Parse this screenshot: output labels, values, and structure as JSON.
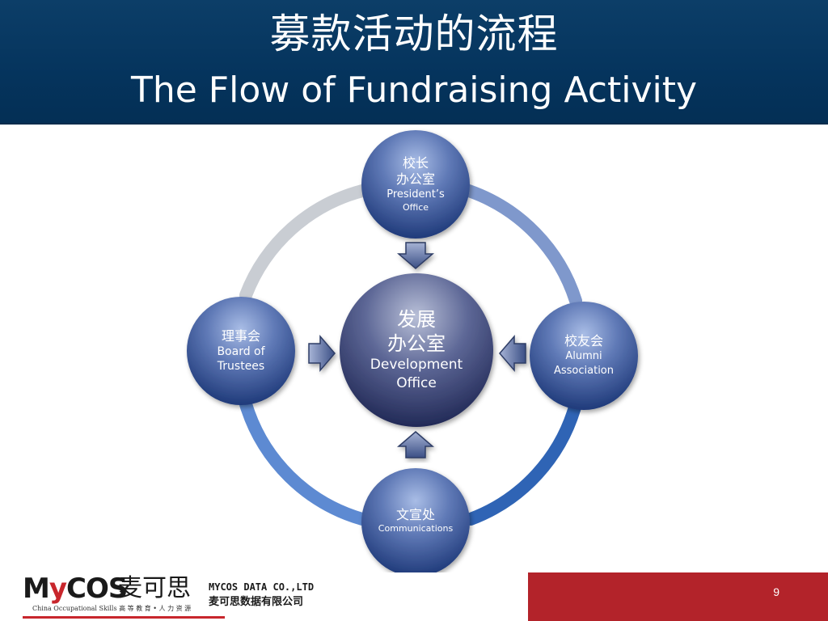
{
  "header": {
    "title_cn": "募款活动的流程",
    "title_en": "The Flow of Fundraising Activity"
  },
  "diagram": {
    "center": {
      "cn1": "发展",
      "cn2": "办公室",
      "en1": "Development",
      "en2": "Office"
    },
    "top": {
      "cn1": "校长",
      "cn2": "办公室",
      "en1": "President’s",
      "en2": "Office"
    },
    "left": {
      "cn": "理事会",
      "en1": "Board of",
      "en2": "Trustees"
    },
    "right": {
      "cn": "校友会",
      "en1": "Alumni",
      "en2": "Association"
    },
    "bottom": {
      "cn": "文宣处",
      "en": "Communications"
    }
  },
  "footer": {
    "logo_my": "M",
    "logo_y": "y",
    "logo_cos": "COS",
    "logo_cn": "麦可思",
    "logo_sub": "China Occupational Skills  高 等 教 育 • 人 力 资 源",
    "company_en": "MYCOS DATA CO.,LTD",
    "company_cn": "麦可思数据有限公司",
    "page_number": "9"
  },
  "colors": {
    "header_bg": "#05345d",
    "node_dark": "#23386e",
    "node_light": "#9fb3dd",
    "ring_grey": "#c9cdd3",
    "ring_blue": "#2f64b5",
    "footer_red": "#b3232a"
  }
}
